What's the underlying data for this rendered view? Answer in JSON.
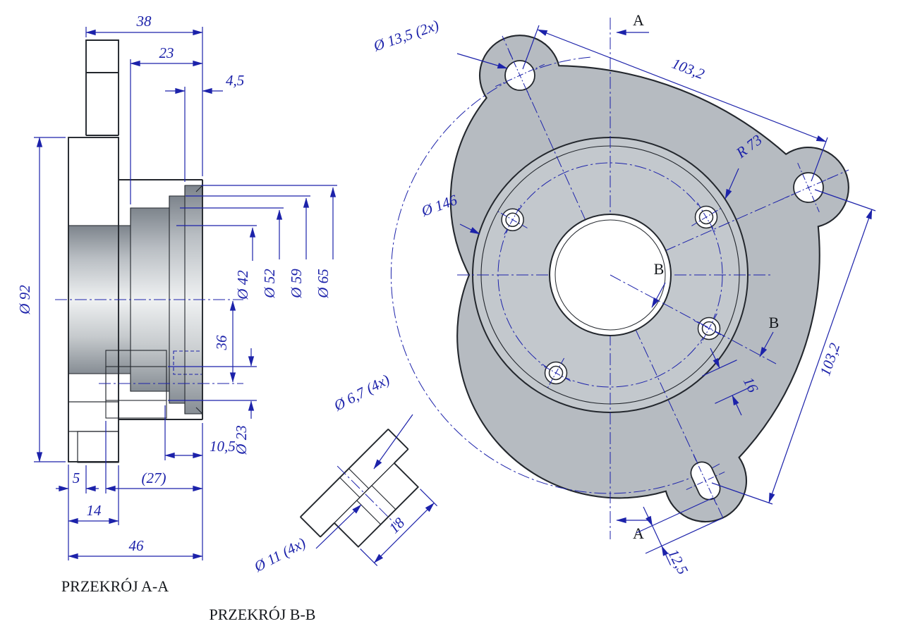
{
  "page": {
    "background": "#ffffff"
  },
  "colors": {
    "outline": "#23272d",
    "dimension": "#1c22aa",
    "part_fill": "#b6bbc1",
    "boss_fill": "#c3c8cd"
  },
  "section_a": {
    "title": "PRZEKRÓJ A-A",
    "dims": {
      "len38": "38",
      "len23": "23",
      "len4_5": "4,5",
      "dia92": "Ø 92",
      "dia42": "Ø 42",
      "dia52": "Ø 52",
      "dia59": "Ø 59",
      "dia65": "Ø 65",
      "len36": "36",
      "dia23": "Ø 23",
      "len10_5": "10,5",
      "len5": "5",
      "len27": "(27)",
      "len14": "14",
      "len46": "46"
    }
  },
  "section_b": {
    "title": "PRZEKRÓJ B-B",
    "dims": {
      "dia6_7": "Ø 6,7 (4x)",
      "dia11": "Ø 11 (4x)",
      "len18": "18"
    }
  },
  "front": {
    "dims": {
      "dia13_5": "Ø 13,5 (2x)",
      "len103_2_top": "103,2",
      "r73": "R 73",
      "dia146": "Ø 146",
      "len103_2_right": "103,2",
      "len16": "16",
      "len12_5": "12,5"
    },
    "labels": {
      "a_top": "A",
      "a_bottom": "A",
      "b_inner": "B",
      "b_outer": "B"
    }
  }
}
